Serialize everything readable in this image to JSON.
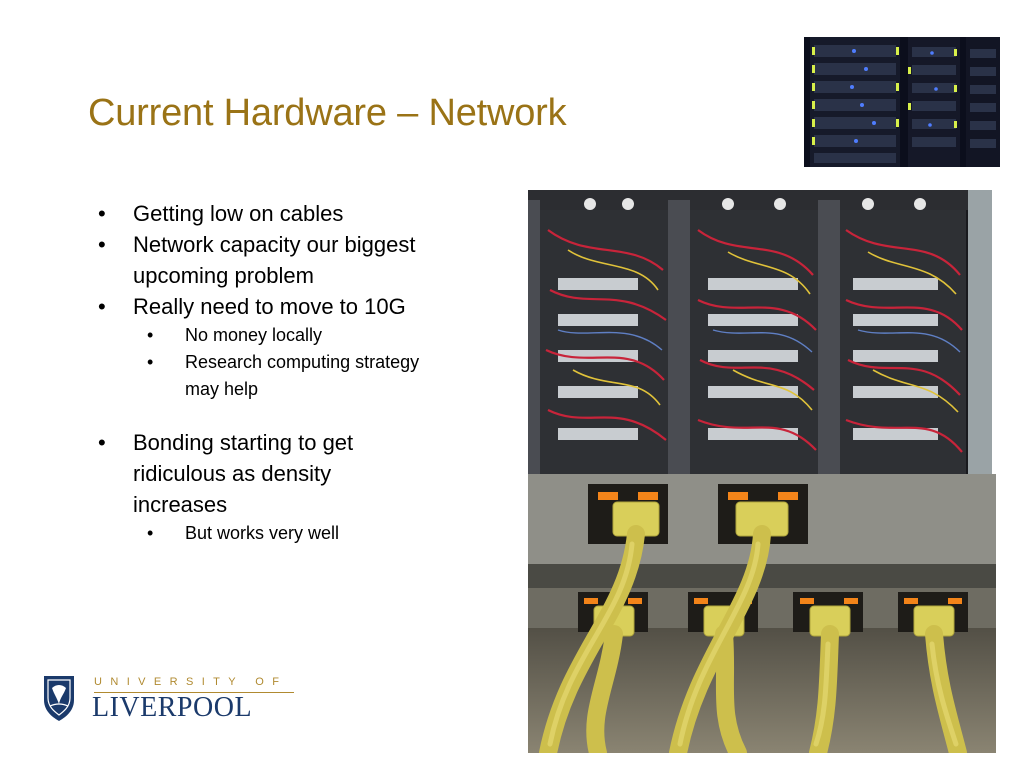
{
  "slide": {
    "title": "Current Hardware – Network",
    "bullets": [
      {
        "text": "Getting low on cables"
      },
      {
        "text": "Network capacity our biggest upcoming problem"
      },
      {
        "text": "Really need to move to 10G",
        "sub": [
          "No money locally",
          "Research computing strategy may help"
        ]
      },
      {
        "text": "Bonding starting to get ridiculous as density increases",
        "sub": [
          "But works very well"
        ]
      }
    ]
  },
  "logo": {
    "line1": "UNIVERSITY OF",
    "line2": "LIVERPOOL",
    "icon": "university-crest-icon"
  },
  "colors": {
    "title": "#9a7316",
    "logo_gold": "#b08a30",
    "logo_blue": "#1b3a6b"
  }
}
